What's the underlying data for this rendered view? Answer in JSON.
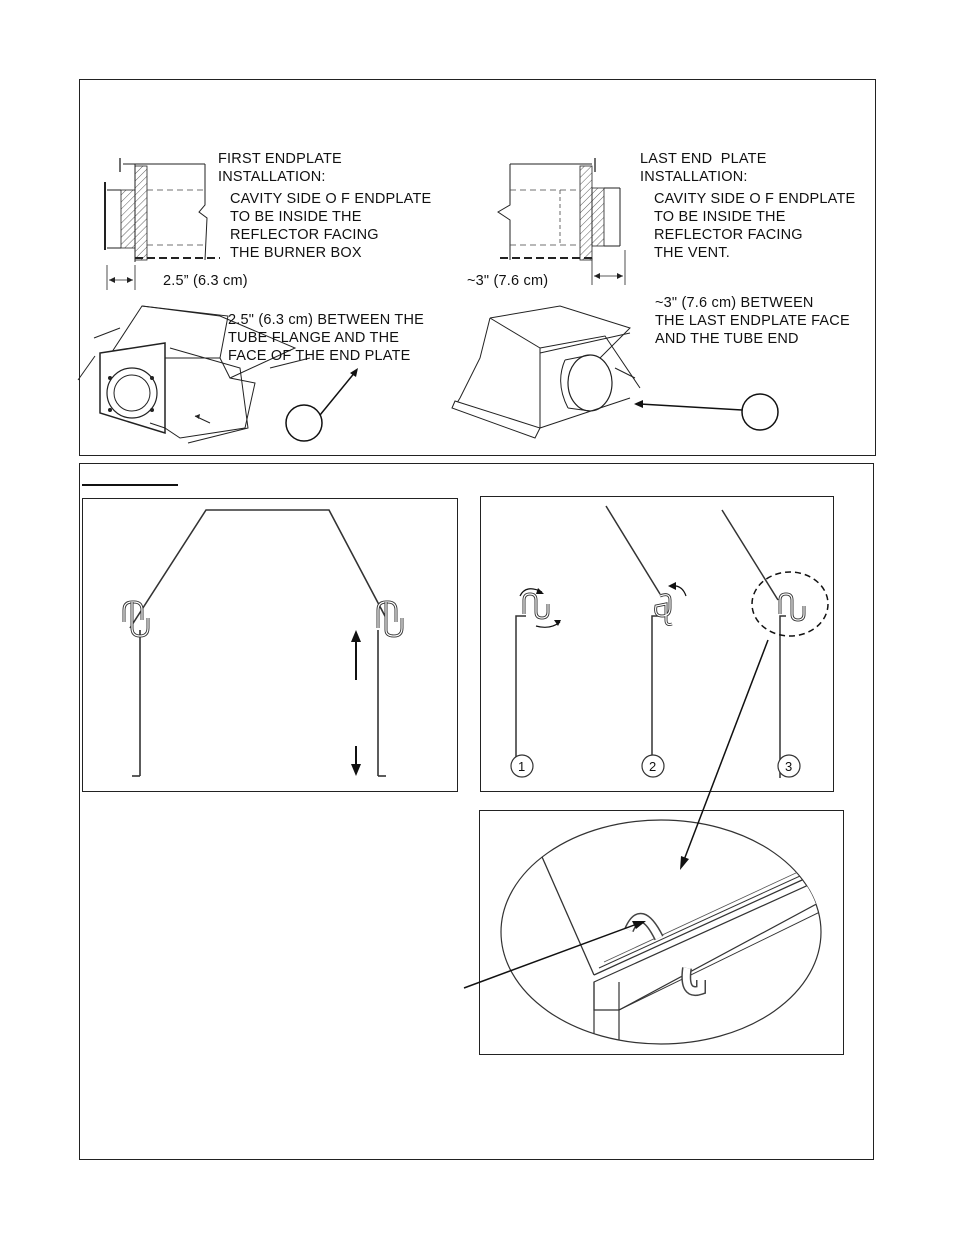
{
  "top": {
    "first": {
      "title": "FIRST ENDPLATE\nINSTALLATION:",
      "note": "CAVITY SIDE O F ENDPLATE\nTO BE INSIDE THE\nREFLECTOR FACING\nTHE BURNER BOX",
      "dimension": "2.5” (6.3 cm)",
      "detail": "2.5\" (6.3 cm) BETWEEN THE\nTUBE FLANGE AND THE\nFACE OF THE END PLATE"
    },
    "last": {
      "title": "LAST END  PLATE\nINSTALLATION:",
      "note": "CAVITY SIDE O F ENDPLATE\nTO BE INSIDE THE\nREFLECTOR FACING\nTHE VENT.",
      "dimension": "~3\" (7.6 cm)",
      "detail": "~3\" (7.6 cm) BETWEEN\nTHE LAST ENDPLATE FACE\nAND THE TUBE END"
    }
  },
  "steps": [
    "1",
    "2",
    "3"
  ]
}
